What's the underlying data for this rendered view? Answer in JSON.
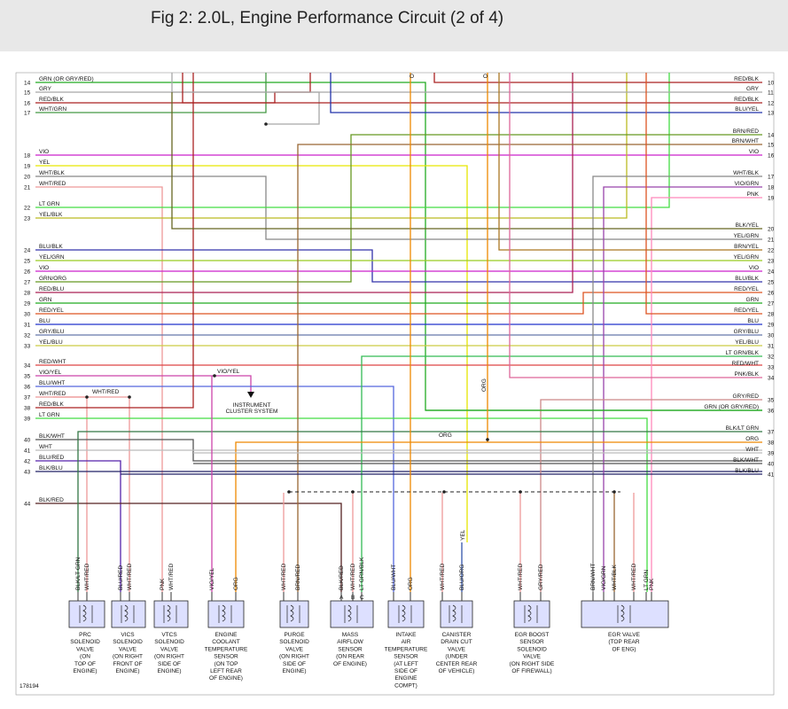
{
  "header": {
    "title": "Fig 2: 2.0L, Engine Performance Circuit (2 of 4)"
  },
  "figure_id": "178194",
  "left_wires": [
    {
      "pin": "14",
      "label": "GRN (OR GRY/RED)",
      "color": "#22aa22"
    },
    {
      "pin": "15",
      "label": "GRY",
      "color": "#a8a8a8"
    },
    {
      "pin": "16",
      "label": "RED/BLK",
      "color": "#aa2222"
    },
    {
      "pin": "17",
      "label": "WHT/GRN",
      "color": "#449944"
    },
    {
      "pin": "18",
      "label": "VIO",
      "color": "#cc22cc"
    },
    {
      "pin": "19",
      "label": "YEL",
      "color": "#e6e600"
    },
    {
      "pin": "20",
      "label": "WHT/BLK",
      "color": "#888888"
    },
    {
      "pin": "21",
      "label": "WHT/RED",
      "color": "#ee9999"
    },
    {
      "pin": "22",
      "label": "LT GRN",
      "color": "#44dd44"
    },
    {
      "pin": "23",
      "label": "YEL/BLK",
      "color": "#bbbb22"
    },
    {
      "pin": "24",
      "label": "BLU/BLK",
      "color": "#3333aa"
    },
    {
      "pin": "25",
      "label": "YEL/GRN",
      "color": "#99cc22"
    },
    {
      "pin": "26",
      "label": "VIO",
      "color": "#cc22cc"
    },
    {
      "pin": "27",
      "label": "GRN/ORG",
      "color": "#669922"
    },
    {
      "pin": "28",
      "label": "RED/BLU",
      "color": "#aa2255"
    },
    {
      "pin": "29",
      "label": "GRN",
      "color": "#22aa22"
    },
    {
      "pin": "30",
      "label": "RED/YEL",
      "color": "#dd5522"
    },
    {
      "pin": "31",
      "label": "BLU",
      "color": "#2233cc"
    },
    {
      "pin": "32",
      "label": "GRY/BLU",
      "color": "#6677aa"
    },
    {
      "pin": "33",
      "label": "YEL/BLU",
      "color": "#cccc44"
    },
    {
      "pin": "34",
      "label": "RED/WHT",
      "color": "#dd4444"
    },
    {
      "pin": "35",
      "label": "VIO/YEL",
      "color": "#cc44aa"
    },
    {
      "pin": "36",
      "label": "BLU/WHT",
      "color": "#5566dd"
    },
    {
      "pin": "37",
      "label": "WHT/RED",
      "color": "#ee9999"
    },
    {
      "pin": "38",
      "label": "RED/BLK",
      "color": "#aa2222"
    },
    {
      "pin": "39",
      "label": "LT GRN",
      "color": "#44dd44"
    },
    {
      "pin": "40",
      "label": "BLK/WHT",
      "color": "#555555"
    },
    {
      "pin": "41",
      "label": "WHT",
      "color": "#bbbbbb"
    },
    {
      "pin": "42",
      "label": "BLU/RED",
      "color": "#5522aa"
    },
    {
      "pin": "43",
      "label": "BLK/BLU",
      "color": "#222266"
    },
    {
      "pin": "44",
      "label": "BLK/RED",
      "color": "#552222"
    }
  ],
  "right_wires": [
    {
      "pin": "10",
      "label": "RED/BLK",
      "color": "#aa2222"
    },
    {
      "pin": "11",
      "label": "GRY",
      "color": "#a8a8a8"
    },
    {
      "pin": "12",
      "label": "RED/BLK",
      "color": "#aa2222"
    },
    {
      "pin": "13",
      "label": "BLU/YEL",
      "color": "#2233aa"
    },
    {
      "pin": "14",
      "label": "BRN/RED",
      "color": "#994422"
    },
    {
      "pin": "15",
      "label": "BRN/WHT",
      "color": "#996633"
    },
    {
      "pin": "16",
      "label": "VIO",
      "color": "#cc22cc"
    },
    {
      "pin": "17",
      "label": "WHT/BLK",
      "color": "#888888"
    },
    {
      "pin": "18",
      "label": "VIO/GRN",
      "color": "#9944aa"
    },
    {
      "pin": "19",
      "label": "PNK",
      "color": "#ff88bb"
    },
    {
      "pin": "20",
      "label": "BLK/YEL",
      "color": "#666622"
    },
    {
      "pin": "21",
      "label": "YEL/GRN",
      "color": "#99cc22"
    },
    {
      "pin": "22",
      "label": "BRN/YEL",
      "color": "#aa7722"
    },
    {
      "pin": "23",
      "label": "YEL/GRN",
      "color": "#99cc22"
    },
    {
      "pin": "24",
      "label": "VIO",
      "color": "#cc22cc"
    },
    {
      "pin": "25",
      "label": "BLU/BLK",
      "color": "#3333aa"
    },
    {
      "pin": "26",
      "label": "RED/YEL",
      "color": "#dd5522"
    },
    {
      "pin": "27",
      "label": "GRN",
      "color": "#22aa22"
    },
    {
      "pin": "28",
      "label": "RED/YEL",
      "color": "#dd5522"
    },
    {
      "pin": "29",
      "label": "BLU",
      "color": "#2233cc"
    },
    {
      "pin": "30",
      "label": "GRY/BLU",
      "color": "#6677aa"
    },
    {
      "pin": "31",
      "label": "YEL/BLU",
      "color": "#cccc44"
    },
    {
      "pin": "32",
      "label": "LT GRN/BLK",
      "color": "#33bb55"
    },
    {
      "pin": "33",
      "label": "RED/WHT",
      "color": "#dd4444"
    },
    {
      "pin": "34",
      "label": "PNK/BLK",
      "color": "#dd6699"
    },
    {
      "pin": "35",
      "label": "GRY/RED",
      "color": "#cc8888"
    },
    {
      "pin": "36",
      "label": "GRN (OR GRY/RED)",
      "color": "#22aa22"
    },
    {
      "pin": "37",
      "label": "BLK/LT GRN",
      "color": "#337744"
    },
    {
      "pin": "38",
      "label": "ORG",
      "color": "#ee8800"
    },
    {
      "pin": "39",
      "label": "WHT",
      "color": "#bbbbbb"
    },
    {
      "pin": "40",
      "label": "BLK/WHT",
      "color": "#555555"
    },
    {
      "pin": "41",
      "label": "BLK/BLU",
      "color": "#222266"
    }
  ],
  "annotations": {
    "vio_yel": "VIO/YEL",
    "wht_red": "WHT/RED",
    "org_mid": "ORG",
    "org_vertical": "ORG",
    "yel_vertical": "YEL",
    "instrument_cluster": [
      "INSTRUMENT",
      "CLUSTER SYSTEM"
    ],
    "top_small_left": "O",
    "top_small_right": "O"
  },
  "components": [
    {
      "id": "prc",
      "wires": [
        "BLK/LT GRN",
        "WHT/RED"
      ],
      "caption": [
        "PRC",
        "SOLENOID",
        "VALVE",
        "(ON",
        "TOP OF",
        "ENGINE)"
      ]
    },
    {
      "id": "vics",
      "wires": [
        "BLU/RED",
        "WHT/RED"
      ],
      "caption": [
        "VICS",
        "SOLENOID",
        "VALVE",
        "(ON RIGHT",
        "FRONT OF",
        "ENGINE)"
      ]
    },
    {
      "id": "vtcs",
      "wires": [
        "PNK",
        "WHT/RED"
      ],
      "caption": [
        "VTCS",
        "SOLENOID",
        "VALVE",
        "(ON RIGHT",
        "SIDE OF",
        "ENGINE)"
      ]
    },
    {
      "id": "ect",
      "wires": [
        "VIO/YEL",
        "ORG"
      ],
      "caption": [
        "ENGINE",
        "COOLANT",
        "TEMPERATURE",
        "SENSOR",
        "(ON TOP",
        "LEFT REAR",
        "OF ENGINE)"
      ]
    },
    {
      "id": "purge",
      "wires": [
        "WHT/RED",
        "BRN/RED"
      ],
      "caption": [
        "PURGE",
        "SOLENOID",
        "VALVE",
        "(ON RIGHT",
        "SIDE OF",
        "ENGINE)"
      ]
    },
    {
      "id": "maf",
      "wires": [
        "BLK/RED",
        "WHT/RED",
        "LT GRN/BLK"
      ],
      "pins": [
        "A",
        "B",
        "C"
      ],
      "caption": [
        "MASS",
        "AIRFLOW",
        "SENSOR",
        "(ON REAR",
        "OF ENGINE)"
      ]
    },
    {
      "id": "iat",
      "wires": [
        "BLU/WHT",
        "ORG"
      ],
      "caption": [
        "INTAKE",
        "AIR",
        "TEMPERATURE",
        "SENSOR",
        "(AT LEFT",
        "SIDE OF",
        "ENGINE",
        "COMPT)"
      ]
    },
    {
      "id": "canister",
      "wires": [
        "WHT/RED",
        "BLU/ORG"
      ],
      "caption": [
        "CANISTER",
        "DRAIN CUT",
        "VALVE",
        "(UNDER",
        "CENTER REAR",
        "OF VEHICLE)"
      ]
    },
    {
      "id": "egr_boost",
      "wires": [
        "WHT/RED",
        "GRY/RED"
      ],
      "caption": [
        "EGR BOOST",
        "SENSOR",
        "SOLENOID",
        "VALVE",
        "(ON RIGHT SIDE",
        "OF FIREWALL)"
      ]
    },
    {
      "id": "egr_valve",
      "wires": [
        "BRN/WHT",
        "VIO/GRN",
        "WHT/BLK",
        "WHT/RED",
        "LT GRN",
        "PNK"
      ],
      "caption": [
        "EGR VALVE",
        "(TOP REAR",
        "OF ENG)"
      ]
    }
  ]
}
